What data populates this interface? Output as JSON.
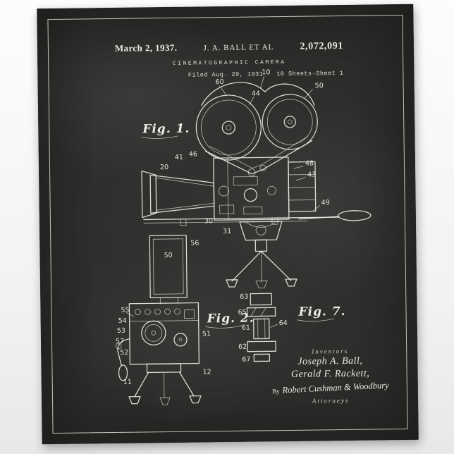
{
  "poster": {
    "colors": {
      "chalkboard": "#2c2c2a",
      "chalk": "#eceae3",
      "page_background": "#f2f2f0"
    },
    "header": {
      "date": "March 2, 1937.",
      "inventor": "J. A. BALL ET AL",
      "patent_number": "2,072,091",
      "title": "CINEMATOGRAPHIC CAMERA",
      "filed": "Filed Aug. 20, 1931",
      "sheets": "10 Sheets-Sheet 1"
    },
    "figures": {
      "fig1": "Fig. 1.",
      "fig2": "Fig. 2.",
      "fig7": "Fig. 7."
    },
    "signature_block": {
      "inventors_label": "Inventors",
      "inventor_names": [
        "Joseph A. Ball,",
        "Gerald F. Rackett,"
      ],
      "by_label": "By",
      "attorney_signature": "Robert Cushman & Woodbury",
      "attorneys_label": "Attorneys"
    },
    "reference_labels": [
      "60",
      "10",
      "44",
      "50",
      "46",
      "20",
      "41",
      "48",
      "43",
      "49",
      "31",
      "30",
      "50",
      "56",
      "55",
      "54",
      "53",
      "57",
      "52",
      "51",
      "11",
      "12",
      "63",
      "65",
      "61",
      "62",
      "67",
      "64"
    ]
  }
}
